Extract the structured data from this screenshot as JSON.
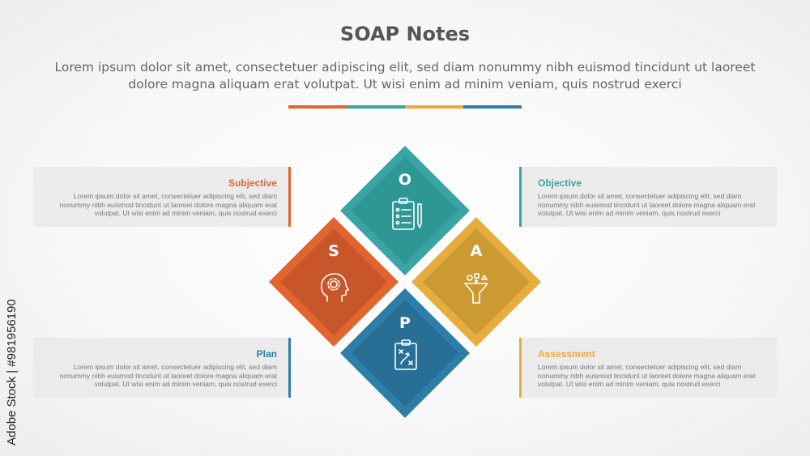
{
  "header": {
    "title": "SOAP Notes",
    "subtitle": "Lorem ipsum dolor sit amet, consectetuer adipiscing elit, sed diam nonummy nibh euismod tincidunt ut laoreet dolore magna aliquam erat volutpat. Ut wisi enim ad minim veniam, quis nostrud exerci"
  },
  "accent_colors": [
    "#e0652f",
    "#3aa3a3",
    "#e5ac3e",
    "#2e7ea8"
  ],
  "sections": {
    "subjective": {
      "heading": "Subjective",
      "body": "Lorem ipsum dolor sit amet, consectetuer adipiscing elit, sed diam nonummy nibh euismod tincidunt ut laoreet dolore magna aliquam erat volutpat. Ut wisi enim ad minim veniam, quis nostrud exerci",
      "color": "#e0652f"
    },
    "objective": {
      "heading": "Objective",
      "body": "Lorem ipsum dolor sit amet, consectetuer adipiscing elit, sed diam nonummy nibh euismod tincidunt ut laoreet dolore magna aliquam erat volutpat. Ut wisi enim ad minim veniam, quis nostrud exerci",
      "color": "#3aa3a3"
    },
    "plan": {
      "heading": "Plan",
      "body": "Lorem ipsum dolor sit amet, consectetuer adipiscing elit, sed diam nonummy nibh euismod tincidunt ut laoreet dolore magna aliquam erat volutpat. Ut wisi enim ad minim veniam, quis nostrud exerci",
      "color": "#2e7ea8"
    },
    "assessment": {
      "heading": "Assessment",
      "body": "Lorem ipsum dolor sit amet, consectetuer adipiscing elit, sed diam nonummy nibh euismod tincidunt ut laoreet dolore magna aliquam erat volutpat. Ut wisi enim ad minim veniam, quis nostrud exerci",
      "color": "#e5ac3e"
    }
  },
  "diamonds": {
    "o": {
      "letter": "O",
      "icon": "clipboard-checklist-icon",
      "color": "#3aa3a3",
      "inner": "#2f9696"
    },
    "s": {
      "letter": "S",
      "icon": "head-gear-icon",
      "color": "#e0652f",
      "inner": "#c9552a"
    },
    "a": {
      "letter": "A",
      "icon": "funnel-icon",
      "color": "#e5ac3e",
      "inner": "#cc9a32"
    },
    "p": {
      "letter": "P",
      "icon": "strategy-clipboard-icon",
      "color": "#2e7ea8",
      "inner": "#276f95"
    }
  },
  "watermark": "Adobe Stock | #981956190"
}
